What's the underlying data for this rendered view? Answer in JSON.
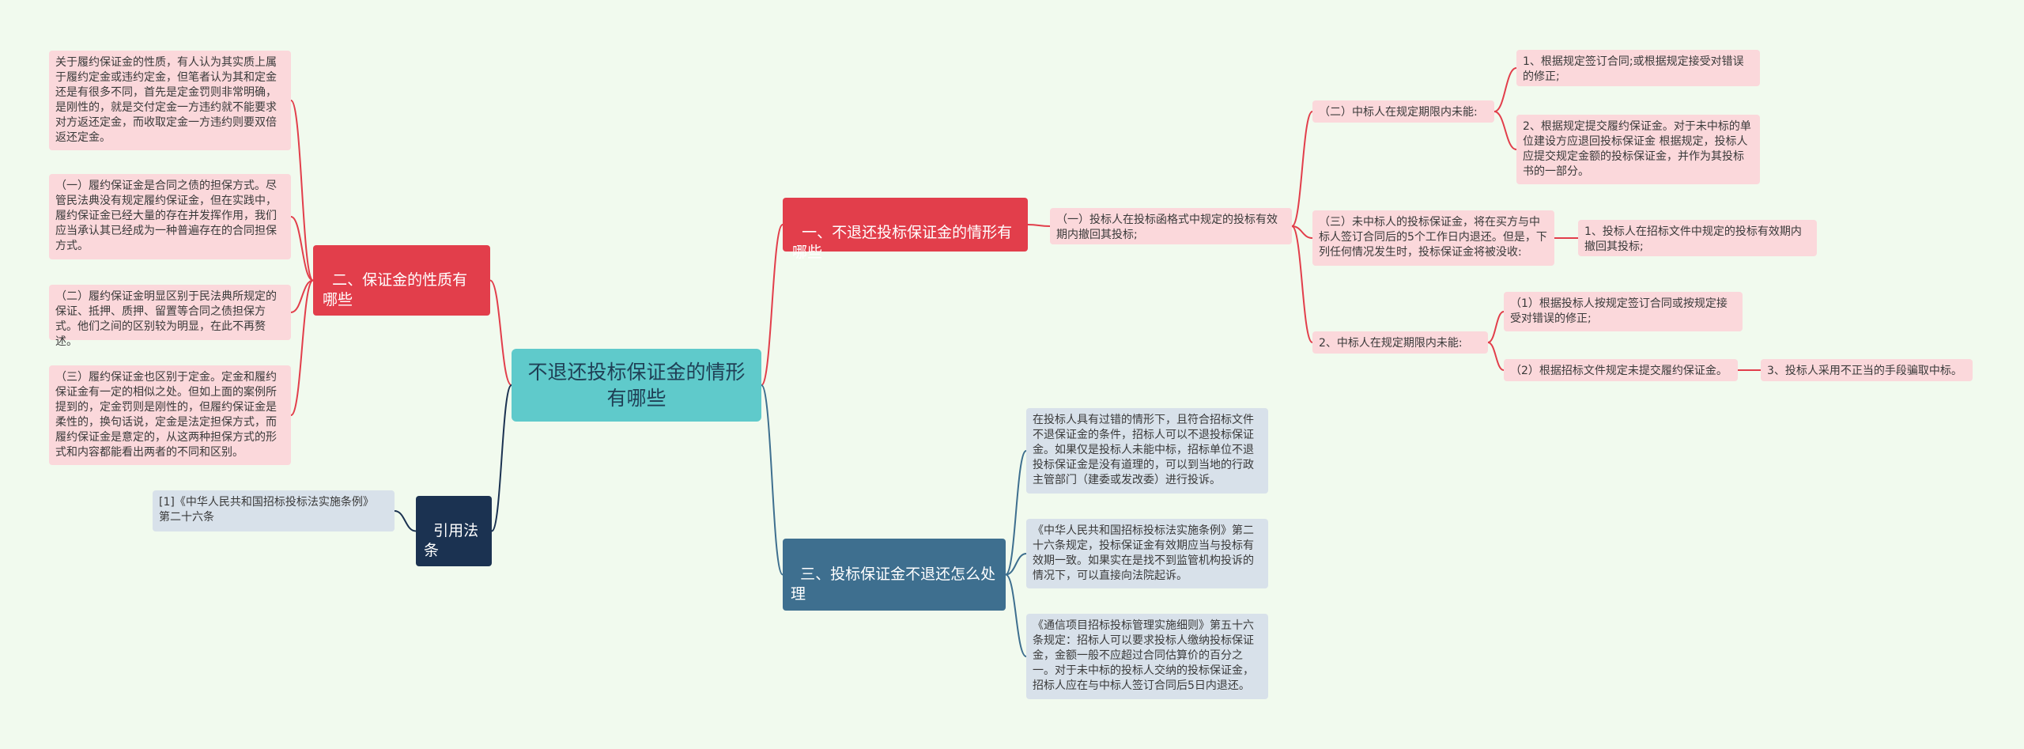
{
  "root": {
    "title": "不退还投标保证金的情形有哪些"
  },
  "left": {
    "branch_nature": {
      "label": "二、保证金的性质有哪些",
      "items": [
        "关于履约保证金的性质，有人认为其实质上属于履约定金或违约定金，但笔者认为其和定金还是有很多不同，首先是定金罚则非常明确，是刚性的，就是交付定金一方违约就不能要求对方返还定金，而收取定金一方违约则要双倍返还定金。",
        "（一）履约保证金是合同之债的担保方式。尽管民法典没有规定履约保证金，但在实践中，履约保证金已经大量的存在并发挥作用，我们应当承认其已经成为一种普遍存在的合同担保方式。",
        "（二）履约保证金明显区别于民法典所规定的保证、抵押、质押、留置等合同之债担保方式。他们之间的区别较为明显，在此不再赘述。",
        "（三）履约保证金也区别于定金。定金和履约保证金有一定的相似之处。但如上面的案例所提到的，定金罚则是刚性的，但履约保证金是柔性的，换句话说，定金是法定担保方式，而履约保证金是意定的，从这两种担保方式的形式和内容都能看出两者的不同和区别。"
      ]
    },
    "branch_law": {
      "label": "引用法条",
      "items": [
        "[1]《中华人民共和国招标投标法实施条例》 第二十六条"
      ]
    }
  },
  "right": {
    "branch_cases": {
      "label": "一、不退还投标保证金的情形有哪些",
      "child": "（一）投标人在投标函格式中规定的投标有效期内撤回其投标;",
      "groups": [
        {
          "label": "（二）中标人在规定期限内未能:",
          "items": [
            "1、根据规定签订合同;或根据规定接受对错误的修正;",
            "2、根据规定提交履约保证金。对于未中标的单位建设方应退回投标保证金 根据规定，投标人应提交规定金额的投标保证金，并作为其投标书的一部分。"
          ]
        },
        {
          "label": "（三）未中标人的投标保证金，将在买方与中标人签订合同后的5个工作日内退还。但是，下列任何情况发生时，投标保证金将被没收:",
          "items": [
            "1、投标人在招标文件中规定的投标有效期内撤回其投标;"
          ]
        },
        {
          "label": "2、中标人在规定期限内未能:",
          "items": [
            "（1）根据投标人按规定签订合同或按规定接受对错误的修正;",
            "（2）根据招标文件规定未提交履约保证金。"
          ],
          "extra": "3、投标人采用不正当的手段骗取中标。"
        }
      ]
    },
    "branch_handle": {
      "label": "三、投标保证金不退还怎么处理",
      "items": [
        "在投标人具有过错的情形下，且符合招标文件不退保证金的条件，招标人可以不退投标保证金。如果仅是投标人未能中标，招标单位不退投标保证金是没有道理的，可以到当地的行政主管部门（建委或发改委）进行投诉。",
        "《中华人民共和国招标投标法实施条例》第二十六条规定，投标保证金有效期应当与投标有效期一致。如果实在是找不到监管机构投诉的情况下，可以直接向法院起诉。",
        "《通信项目招标投标管理实施细则》第五十六条规定：招标人可以要求投标人缴纳投标保证金，金额一般不应超过合同估算价的百分之一。对于未中标的投标人交纳的投标保证金，招标人应在与中标人签订合同后5日内退还。"
      ]
    }
  },
  "colors": {
    "background": "#f1faee",
    "root": "#5fcacb",
    "red_branch": "#e23e4b",
    "blue_branch": "#3e6f8f",
    "navy_branch": "#1b3251",
    "pink_leaf": "#fbd8db",
    "gray_leaf": "#d8e1ea"
  }
}
